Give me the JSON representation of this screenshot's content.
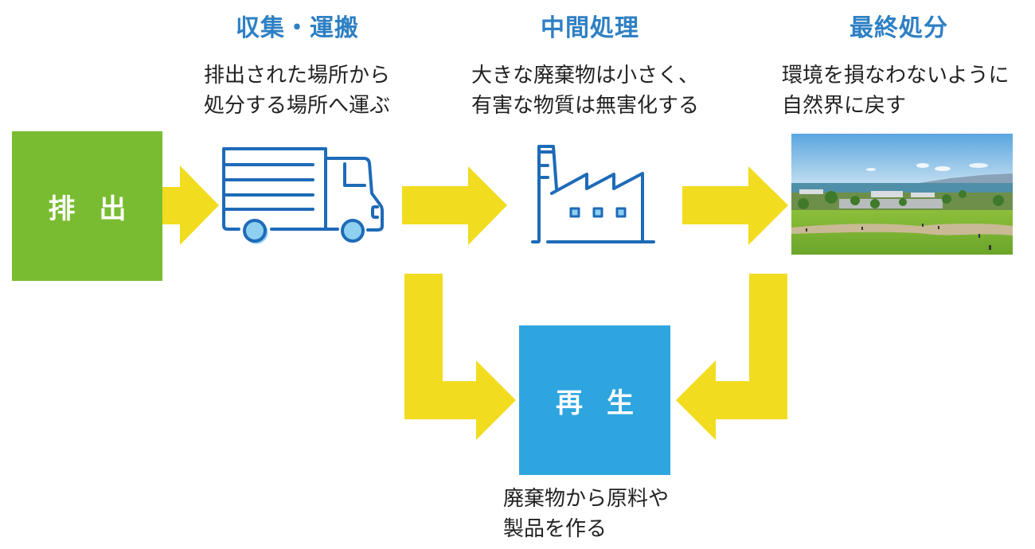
{
  "colors": {
    "title": "#2e80c4",
    "text": "#222222",
    "arrow": "#f2dc1f",
    "discharge_box": "#79bc31",
    "recycle_box": "#2ea5df",
    "icon_stroke": "#1e6bb8",
    "icon_fill": "#8fd0f0"
  },
  "stages": {
    "discharge": {
      "label": "排出"
    },
    "collection": {
      "title": "収集・運搬",
      "desc": [
        "排出された場所から",
        "処分する場所へ運ぶ"
      ],
      "icon": "truck-icon"
    },
    "intermediate": {
      "title": "中間処理",
      "desc": [
        "大きな廃棄物は小さく、",
        "有害な物質は無害化する"
      ],
      "icon": "factory-icon"
    },
    "final": {
      "title": "最終処分",
      "desc": [
        "環境を損なわないように",
        "自然界に戻す"
      ],
      "image": "landfill-park-photo"
    },
    "recycle": {
      "label": "再生",
      "desc": [
        "廃棄物から原料や",
        "製品を作る"
      ]
    }
  },
  "flow": [
    {
      "from": "discharge",
      "to": "collection"
    },
    {
      "from": "collection",
      "to": "intermediate"
    },
    {
      "from": "intermediate",
      "to": "final"
    },
    {
      "from": "collection",
      "to": "recycle"
    },
    {
      "from": "final",
      "to": "recycle"
    }
  ]
}
